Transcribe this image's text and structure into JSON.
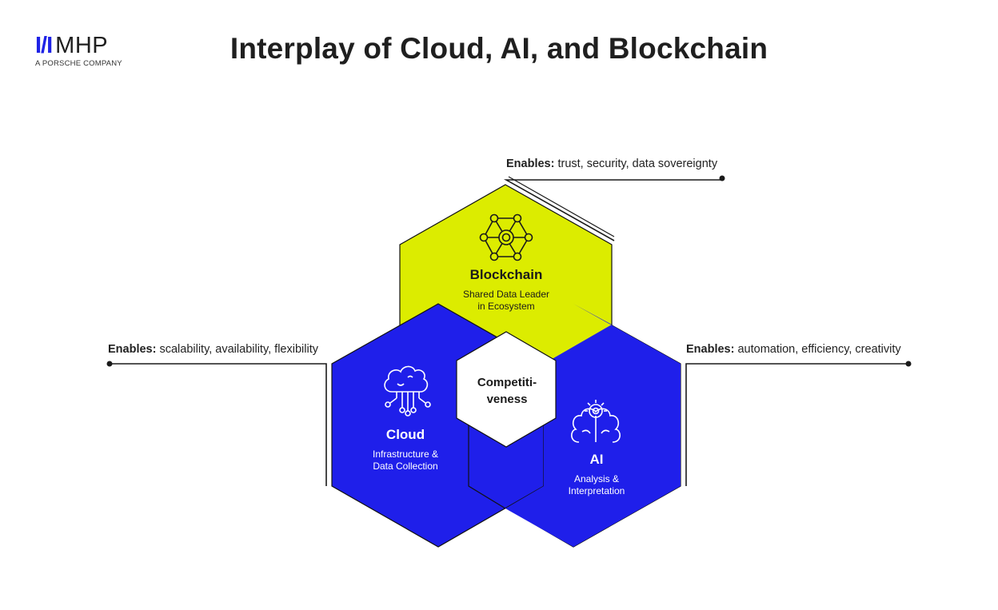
{
  "brand": {
    "name": "MHP",
    "tagline": "A PORSCHE COMPANY",
    "accent": "#1f23e6"
  },
  "title": "Interplay of Cloud, AI, and Blockchain",
  "nodes": {
    "blockchain": {
      "title": "Blockchain",
      "line1": "Shared Data Leader",
      "line2": "in Ecosystem",
      "color": "#dcec00",
      "icon": "network-icon"
    },
    "cloud": {
      "title": "Cloud",
      "line1": "Infrastructure &",
      "line2": "Data Collection",
      "color": "#1f1fea",
      "icon": "cloud-circuit-icon"
    },
    "ai": {
      "title": "AI",
      "line1": "Analysis &",
      "line2": "Interpretation",
      "color": "#1f1fea",
      "icon": "brain-gear-icon"
    },
    "center": {
      "line1": "Competiti-",
      "line2": "veness",
      "color": "#ffffff"
    }
  },
  "annotations": {
    "blockchain": {
      "prefix": "Enables:",
      "text": "trust, security, data sovereignty"
    },
    "cloud": {
      "prefix": "Enables:",
      "text": "scalability, availability, flexibility"
    },
    "ai": {
      "prefix": "Enables:",
      "text": "automation, efficiency, creativity"
    }
  }
}
